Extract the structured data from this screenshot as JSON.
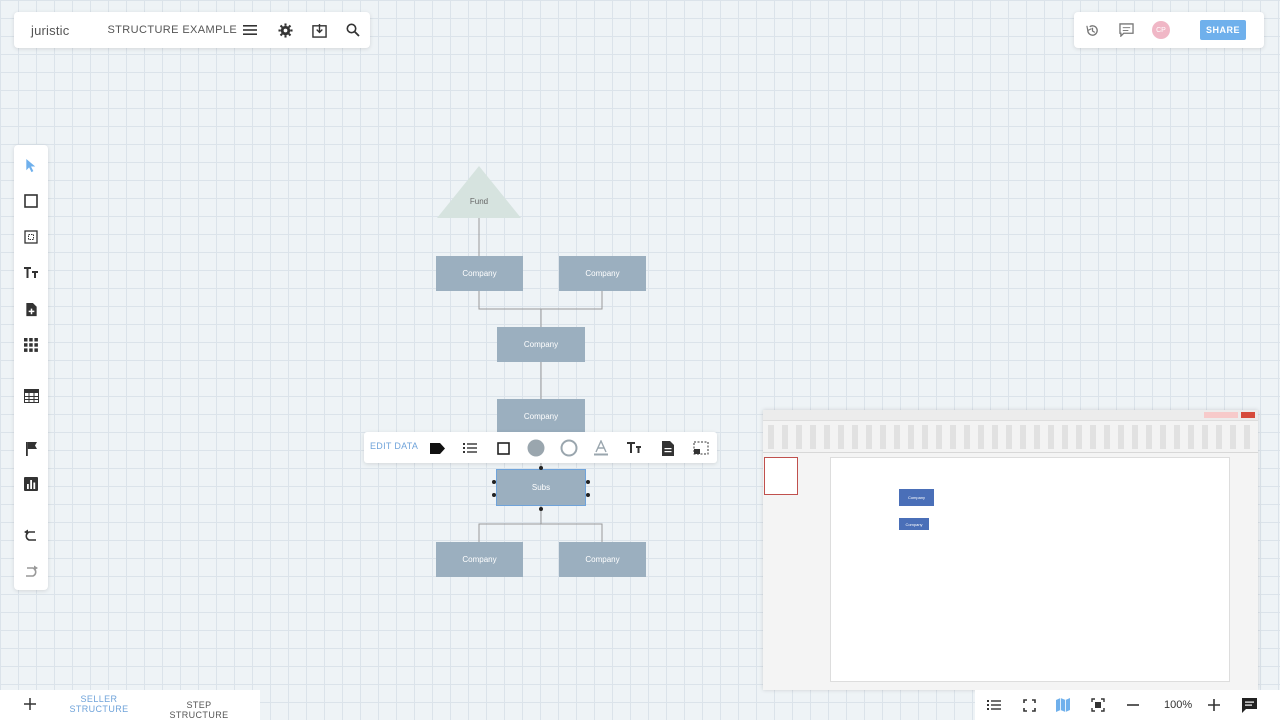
{
  "app": {
    "logo": "juristic",
    "document_title": "STRUCTURE EXAMPLE"
  },
  "topbar_right": {
    "avatar_initials": "CP",
    "share_label": "SHARE"
  },
  "diagram": {
    "fund_label": "Fund",
    "company_label": "Company",
    "editing_node_text": "Subs"
  },
  "context_toolbar": {
    "edit_label": "EDIT DATA"
  },
  "bottom_tabs": [
    {
      "label_line1": "SELLER",
      "label_line2": "STRUCTURE",
      "active": true
    },
    {
      "label": "STEP STRUCTURE",
      "active": false
    }
  ],
  "zoom": {
    "level": "100%"
  },
  "overlay_window": {
    "node_label": "Company"
  },
  "colors": {
    "accent": "#6fb0ec",
    "node_fill": "#9bafbf",
    "fund_fill": "#d6e3df",
    "share_button": "#6fb0ec",
    "overlay_node": "#4a6fb8"
  },
  "icons": {
    "top": [
      "menu-icon",
      "gear-icon",
      "download-icon",
      "search-icon"
    ],
    "top_right": [
      "history-icon",
      "comment-icon"
    ],
    "left": [
      "pointer-icon",
      "square-icon",
      "frame-icon",
      "text-icon",
      "add-document-icon",
      "grid-icon",
      "table-icon",
      "flag-icon",
      "chart-icon",
      "undo-icon",
      "redo-icon"
    ],
    "context": [
      "tag-icon",
      "list-icon",
      "square-outline-icon",
      "filled-circle-icon",
      "circle-outline-icon",
      "text-color-icon",
      "text-size-icon",
      "document-icon",
      "select-area-icon"
    ],
    "bottom_right": [
      "list-icon",
      "fit-screen-icon",
      "map-icon",
      "focus-icon",
      "zoom-out-icon",
      "zoom-in-icon",
      "chat-icon"
    ]
  }
}
